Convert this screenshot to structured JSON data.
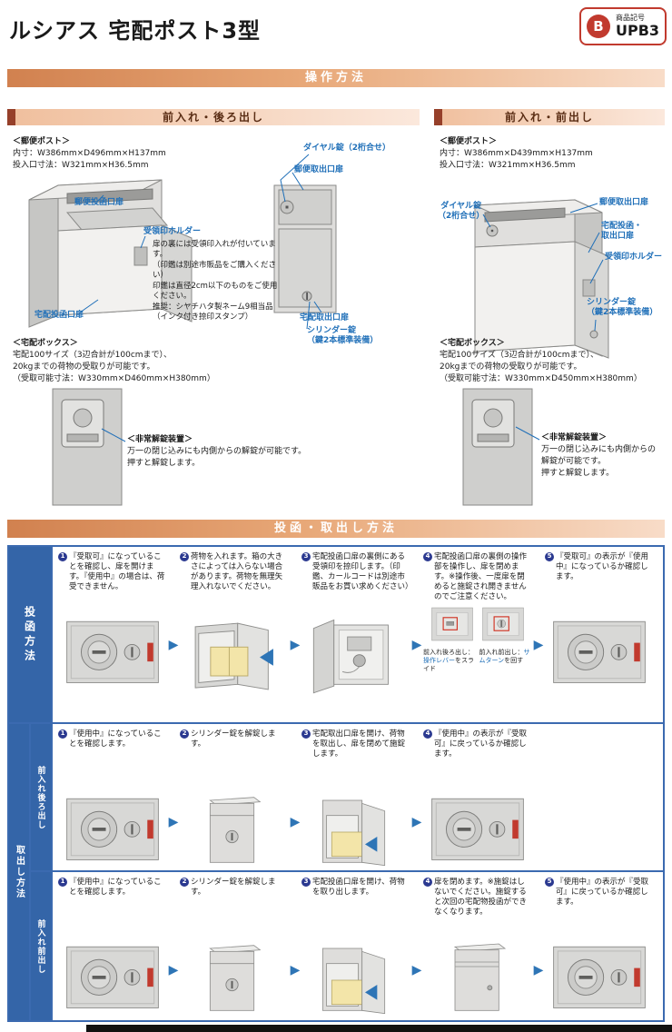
{
  "header": {
    "title": "ルシアス 宅配ポスト3型",
    "product_label": "商品記号",
    "product_code": "UPB3",
    "logo_letter": "B"
  },
  "banners": {
    "operation": "操作方法",
    "usage": "投函・取出し方法"
  },
  "icons": {
    "arrow_right": "▶"
  },
  "colors": {
    "accent_blue": "#1f6fb8",
    "navy": "#2b3990",
    "table_blue": "#3465a8",
    "banner_orange": "#d1814f",
    "red": "#c13a2e"
  },
  "rear": {
    "header": "前入れ・後ろ出し",
    "mailpost_title": "＜郵便ポスト＞",
    "mailpost_line1": "内寸：W386mm×D496mm×H137mm",
    "mailpost_line2": "投入口寸法：W321mm×H36.5mm",
    "label_mail_in_door": "郵便投函口扉",
    "label_receipt_holder": "受領印ホルダー",
    "receipt_note1": "扉の裏には受領印入れが付いています。",
    "receipt_note2": "（印鑑は別途市販品をご購入ください）",
    "receipt_note3": "印鑑は直径2cm以下のものをご使用ください。",
    "receipt_note4": "推奨：シヤチハタ製ネーム9相当品（インク付き捺印スタンプ）",
    "label_delivery_in_door": "宅配投函口扉",
    "label_dial_lock": "ダイヤル錠（2桁合せ）",
    "label_mail_out_door": "郵便取出口扉",
    "label_delivery_out_door": "宅配取出口扉",
    "label_cylinder1": "シリンダー錠",
    "label_cylinder2": "（鍵2本標準装備）",
    "box_title": "＜宅配ボックス＞",
    "box_line1": "宅配100サイズ（3辺合計が100cmまで）、",
    "box_line2": "20kgまでの荷物の受取りが可能です。",
    "box_line3": "（受取可能寸法：W330mm×D460mm×H380mm）",
    "emg_title": "＜非常解錠装置＞",
    "emg_line1": "万一の閉じ込みにも内側からの解錠が可能です。",
    "emg_line2": "押すと解錠します。"
  },
  "front": {
    "header": "前入れ・前出し",
    "mailpost_title": "＜郵便ポスト＞",
    "mailpost_line1": "内寸：W386mm×D439mm×H137mm",
    "mailpost_line2": "投入口寸法：W321mm×H36.5mm",
    "label_dial_lock1": "ダイヤル錠",
    "label_dial_lock2": "（2桁合せ）",
    "label_mail_out_door": "郵便取出口扉",
    "label_delivery_door1": "宅配投函・",
    "label_delivery_door2": "取出口扉",
    "label_receipt_holder": "受領印ホルダー",
    "label_cylinder1": "シリンダー錠",
    "label_cylinder2": "（鍵2本標準装備）",
    "box_title": "＜宅配ボックス＞",
    "box_line1": "宅配100サイズ（3辺合計が100cmまで）、",
    "box_line2": "20kgまでの荷物の受取りが可能です。",
    "box_line3": "（受取可能寸法：W330mm×D450mm×H380mm）",
    "emg_title": "＜非常解錠装置＞",
    "emg_line1": "万一の閉じ込みにも内側からの解錠が可能です。",
    "emg_line2": "押すと解錠します。"
  },
  "method": {
    "row1_header": "投函方法",
    "row23_header": "取出し方法",
    "row2_sub": "前入れ後ろ出し",
    "row3_sub": "前入れ前出し",
    "rows": [
      {
        "steps": [
          {
            "num": "1",
            "text": "『受取可』になっていることを確認し、扉を開けます。『使用中』の場合は、荷受できません。"
          },
          {
            "num": "2",
            "text": "荷物を入れます。箱の大きさによっては入らない場合があります。荷物を無理矢理入れないでください。"
          },
          {
            "num": "3",
            "text": "宅配投函口扉の裏側にある受領印を捺印します。（印鑑、カールコードは別途市販品をお買い求めください）"
          },
          {
            "num": "4",
            "text": "宅配投函口扉の裏側の操作部を操作し、扉を閉めます。※操作後、一度扉を閉めると施錠され開きませんのでご注意ください。"
          },
          {
            "num": "5",
            "text": "『受取可』の表示が『使用中』になっているか確認します。"
          }
        ],
        "cap_rear_pre": "前入れ後ろ出し：",
        "cap_rear_blue": "操作レバー",
        "cap_rear_post": "をスライド",
        "cap_front_pre": "前入れ前出し：",
        "cap_front_blue": "サムターン",
        "cap_front_post": "を回す"
      },
      {
        "steps": [
          {
            "num": "1",
            "text": "『使用中』になっていることを確認します。"
          },
          {
            "num": "2",
            "text": "シリンダー錠を解錠します。"
          },
          {
            "num": "3",
            "text": "宅配取出口扉を開け、荷物を取出し、扉を閉めて施錠します。"
          },
          {
            "num": "4",
            "text": "『使用中』の表示が『受取可』に戻っているか確認します。"
          }
        ]
      },
      {
        "steps": [
          {
            "num": "1",
            "text": "『使用中』になっていることを確認します。"
          },
          {
            "num": "2",
            "text": "シリンダー錠を解錠します。"
          },
          {
            "num": "3",
            "text": "宅配投函口扉を開け、荷物を取り出します。"
          },
          {
            "num": "4",
            "text": "扉を閉めます。※施錠はしないでください。施錠すると次回の宅配物投函ができなくなります。"
          },
          {
            "num": "5",
            "text": "『使用中』の表示が『受取可』に戻っているか確認します。"
          }
        ]
      }
    ]
  }
}
